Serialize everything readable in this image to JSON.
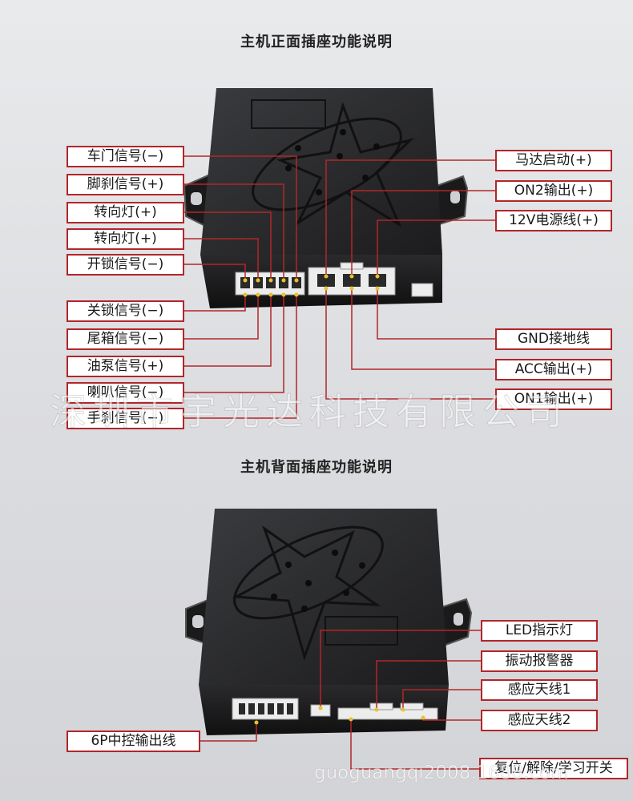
{
  "titles": {
    "front": "主机正面插座功能说明",
    "back": "主机背面插座功能说明"
  },
  "front_left": [
    "车门信号(−)",
    "脚刹信号(+)",
    "转向灯(+)",
    "转向灯(+)",
    "开锁信号(−)",
    "关锁信号(−)",
    "尾箱信号(−)",
    "油泵信号(+)",
    "喇叭信号(−)",
    "手刹信号(−)"
  ],
  "front_right": [
    "马达启动(+)",
    "ON2输出(+)",
    "12V电源线(+)",
    "GND接地线",
    "ACC输出(+)",
    "ON1输出(+)"
  ],
  "back_right": [
    "LED指示灯",
    "振动报警器",
    "感应天线1",
    "感应天线2",
    "复位/解除/学习开关"
  ],
  "back_left": [
    "6P中控输出线"
  ],
  "watermark": "深圳市宇光达科技有限公司",
  "watermark_url": "guoguangqi2008.1688.com"
}
